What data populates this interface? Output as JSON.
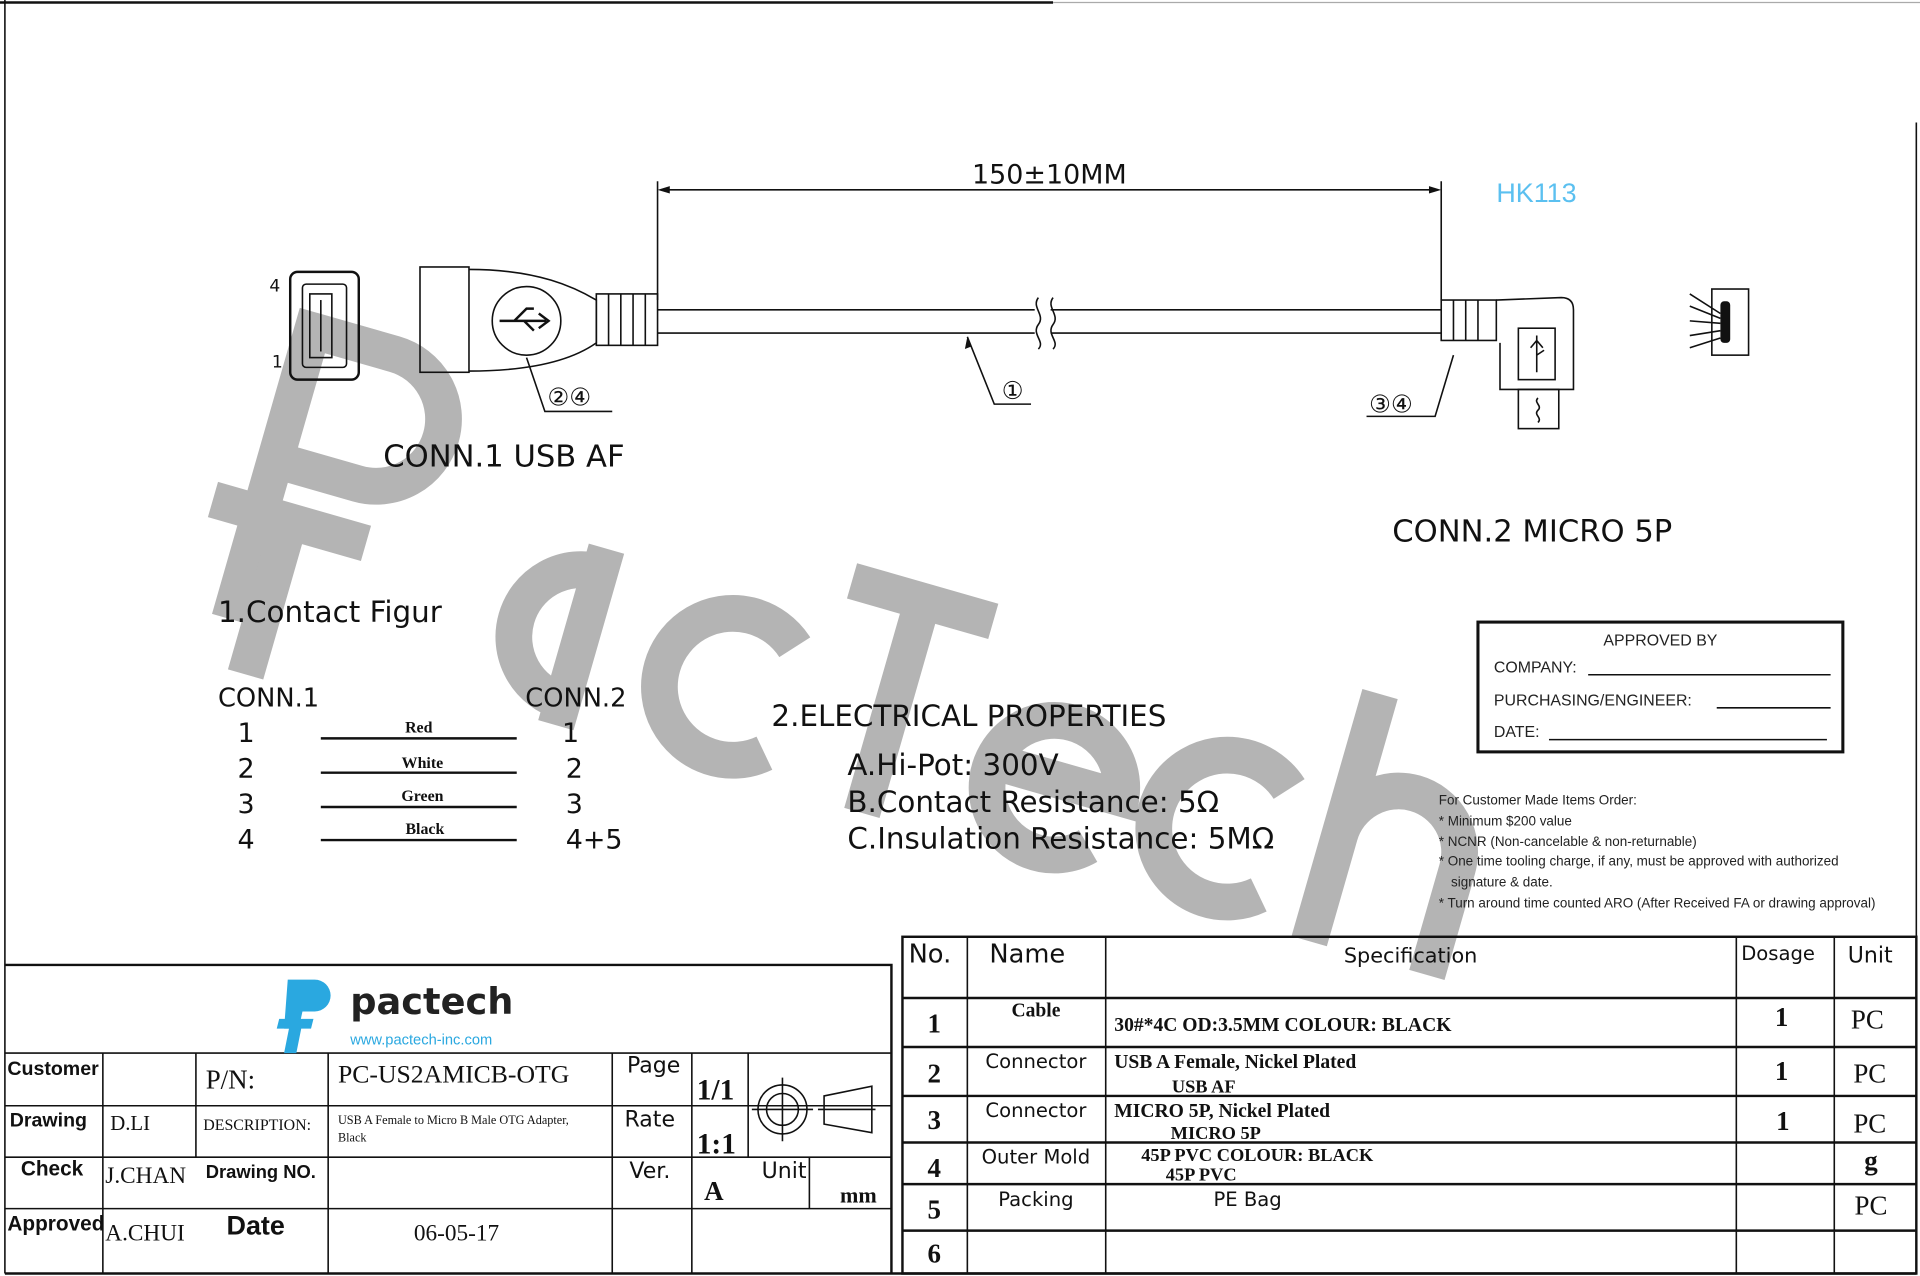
{
  "drawing": {
    "dimension": "150±10MM",
    "model_code": "HK113",
    "model_code_color": "#5bc0f0",
    "watermark": "PacTech",
    "pin_labels_conn1": [
      "4",
      "1"
    ],
    "callouts": {
      "cable": "①",
      "conn1": "②④",
      "conn2": "③④"
    },
    "conn1_label": "CONN.1  USB  AF",
    "conn2_label": "CONN.2  MICRO  5P"
  },
  "contact_figure": {
    "title": "1.Contact  Figur",
    "conn1_header": "CONN.1",
    "conn2_header": "CONN.2",
    "rows": [
      {
        "conn1": "1",
        "wire": "Red",
        "conn2": "1"
      },
      {
        "conn1": "2",
        "wire": "White",
        "conn2": "2"
      },
      {
        "conn1": "3",
        "wire": "Green",
        "conn2": "3"
      },
      {
        "conn1": "4",
        "wire": "Black",
        "conn2": "4+5"
      }
    ]
  },
  "electrical": {
    "title": "2.ELECTRICAL  PROPERTIES",
    "items": [
      "A.Hi-Pot: 300V",
      "B.Contact  Resistance: 5Ω",
      "C.Insulation  Resistance: 5MΩ"
    ]
  },
  "approval": {
    "title": "APPROVED BY",
    "company": "COMPANY:",
    "purchasing": "PURCHASING/ENGINEER:",
    "date": "DATE:"
  },
  "notes": [
    "For Customer Made Items Order:",
    "* Minimum $200 value",
    "* NCNR (Non-cancelable & non-returnable)",
    "* One time tooling charge, if any, must be approved with authorized",
    "signature & date.",
    "* Turn around time counted ARO (After Received FA or drawing approval)"
  ],
  "bom": {
    "headers": [
      "No.",
      "Name",
      "Specification",
      "Dosage",
      "Unit"
    ],
    "rows": [
      {
        "no": "1",
        "name": "Cable",
        "spec": "30#*4C   OD:3.5MM    COLOUR: BLACK",
        "spec2": "",
        "dosage": "1",
        "unit": "PC"
      },
      {
        "no": "2",
        "name": "Connector",
        "spec": "USB A Female, Nickel  Plated",
        "spec2": "USB AF",
        "dosage": "1",
        "unit": "PC"
      },
      {
        "no": "3",
        "name": "Connector",
        "spec": "MICRO 5P, Nickel  Plated",
        "spec2": "MICRO 5P",
        "dosage": "1",
        "unit": "PC"
      },
      {
        "no": "4",
        "name": "Outer Mold",
        "spec": "45P PVC   COLOUR: BLACK",
        "spec2": "45P    PVC",
        "dosage": "",
        "unit": "g"
      },
      {
        "no": "5",
        "name": "Packing",
        "spec": "PE  Bag",
        "spec2": "",
        "dosage": "",
        "unit": "PC"
      },
      {
        "no": "6",
        "name": "",
        "spec": "",
        "spec2": "",
        "dosage": "",
        "unit": ""
      }
    ]
  },
  "title_block": {
    "logo_text": "pactech",
    "website": "www.pactech-inc.com",
    "brand_color": "#2aa8e0",
    "customer_label": "Customer",
    "customer_value": "",
    "pn_label": "P/N:",
    "pn_value": "PC-US2AMICB-OTG",
    "page_label": "Page",
    "page_value": "1/1",
    "drawing_label": "Drawing",
    "drawing_value": "D.LI",
    "description_label": "DESCRIPTION:",
    "description_value_line1": "USB A Female to Micro B Male OTG Adapter,",
    "description_value_line2": "Black",
    "rate_label": "Rate",
    "rate_value": "1:1",
    "check_label": "Check",
    "check_value": "J.CHAN",
    "drawing_no_label": "Drawing NO.",
    "drawing_no_value": "",
    "ver_label": "Ver.",
    "ver_value": "A",
    "unit_label": "Unit",
    "unit_value": "mm",
    "approved_label": "Approved",
    "approved_value": "A.CHUI",
    "date_label": "Date",
    "date_value": "06-05-17"
  }
}
